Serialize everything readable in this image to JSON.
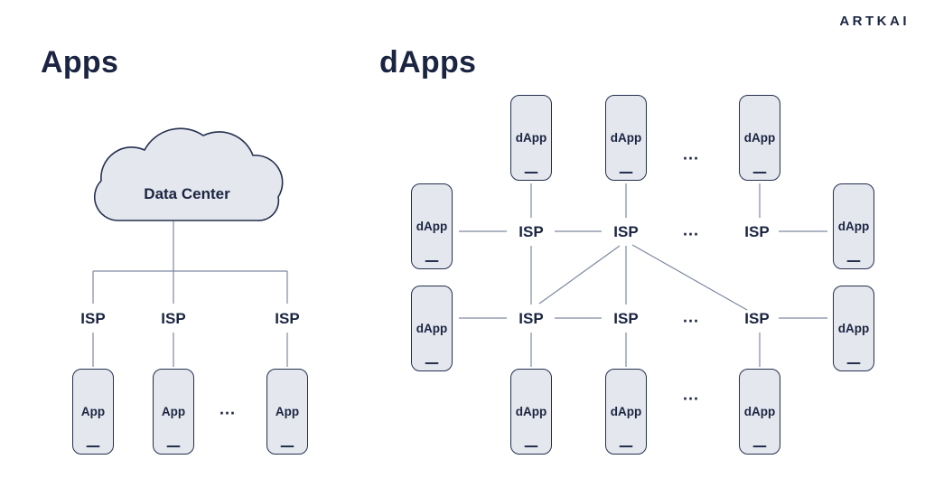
{
  "brand": "ARTKAI",
  "left_diagram": {
    "title": "Apps",
    "cloud_label": "Data Center",
    "isp_labels": [
      "ISP",
      "ISP",
      "ISP"
    ],
    "phone_labels": [
      "App",
      "App",
      "App"
    ],
    "ellipsis": "..."
  },
  "right_diagram": {
    "title": "dApps",
    "top_phone_labels": [
      "dApp",
      "dApp",
      "dApp"
    ],
    "left_phone_labels": [
      "dApp",
      "dApp"
    ],
    "right_phone_labels": [
      "dApp",
      "dApp"
    ],
    "bottom_phone_labels": [
      "dApp",
      "dApp",
      "dApp"
    ],
    "isp_row1_labels": [
      "ISP",
      "ISP",
      "ISP"
    ],
    "isp_row2_labels": [
      "ISP",
      "ISP",
      "ISP"
    ],
    "ellipsis": "..."
  },
  "colors": {
    "navy": "#1b2542",
    "phone_fill": "#e4e7ee",
    "phone_border": "#25304f",
    "connector_line": "#7d89a0",
    "background": "#ffffff"
  }
}
